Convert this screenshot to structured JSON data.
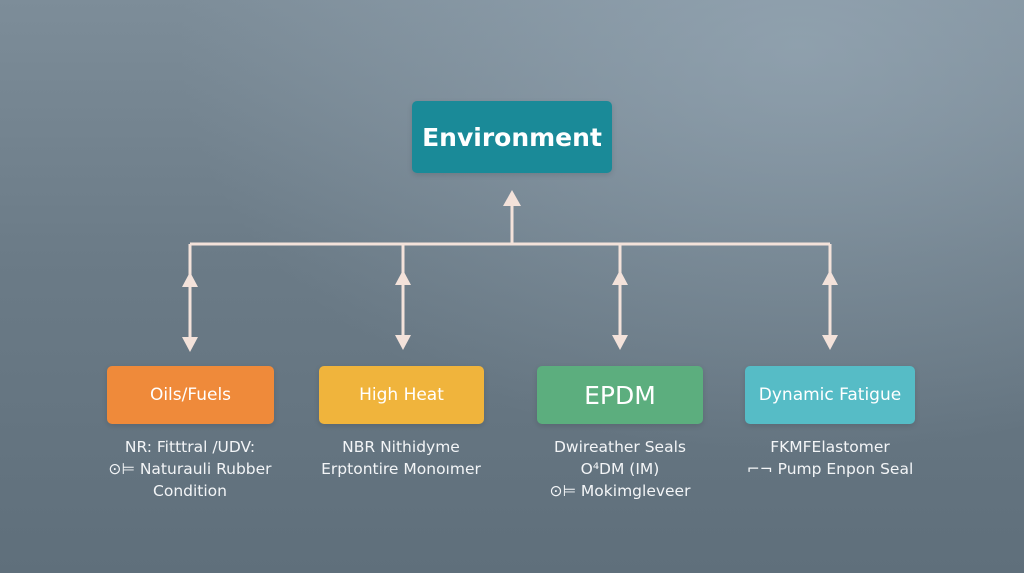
{
  "root": {
    "label": "Environment",
    "color": "#1a8a98"
  },
  "categories": [
    {
      "label": "Oils/Fuels",
      "color": "#ef8a3a",
      "lines": [
        "NR: Fitttral /UDV:",
        "⊙⊨ Naturauli Rubber",
        "Condition"
      ]
    },
    {
      "label": "High Heat",
      "color": "#f0b43c",
      "lines": [
        "NBR Nithidyme",
        "Erptontire Monoımer"
      ]
    },
    {
      "label": "EPDM",
      "color": "#5cae7e",
      "lines": [
        "Dwireather Seals",
        "O⁴DM (IM)",
        "⊙⊨ Mokimgleveer"
      ]
    },
    {
      "label": "Dynamic Fatigue",
      "color": "#56bcc6",
      "lines": [
        "FKMFElastomer",
        "⌐¬ Pump Enpon Seal"
      ]
    }
  ],
  "connector_color": "#f3e2da"
}
